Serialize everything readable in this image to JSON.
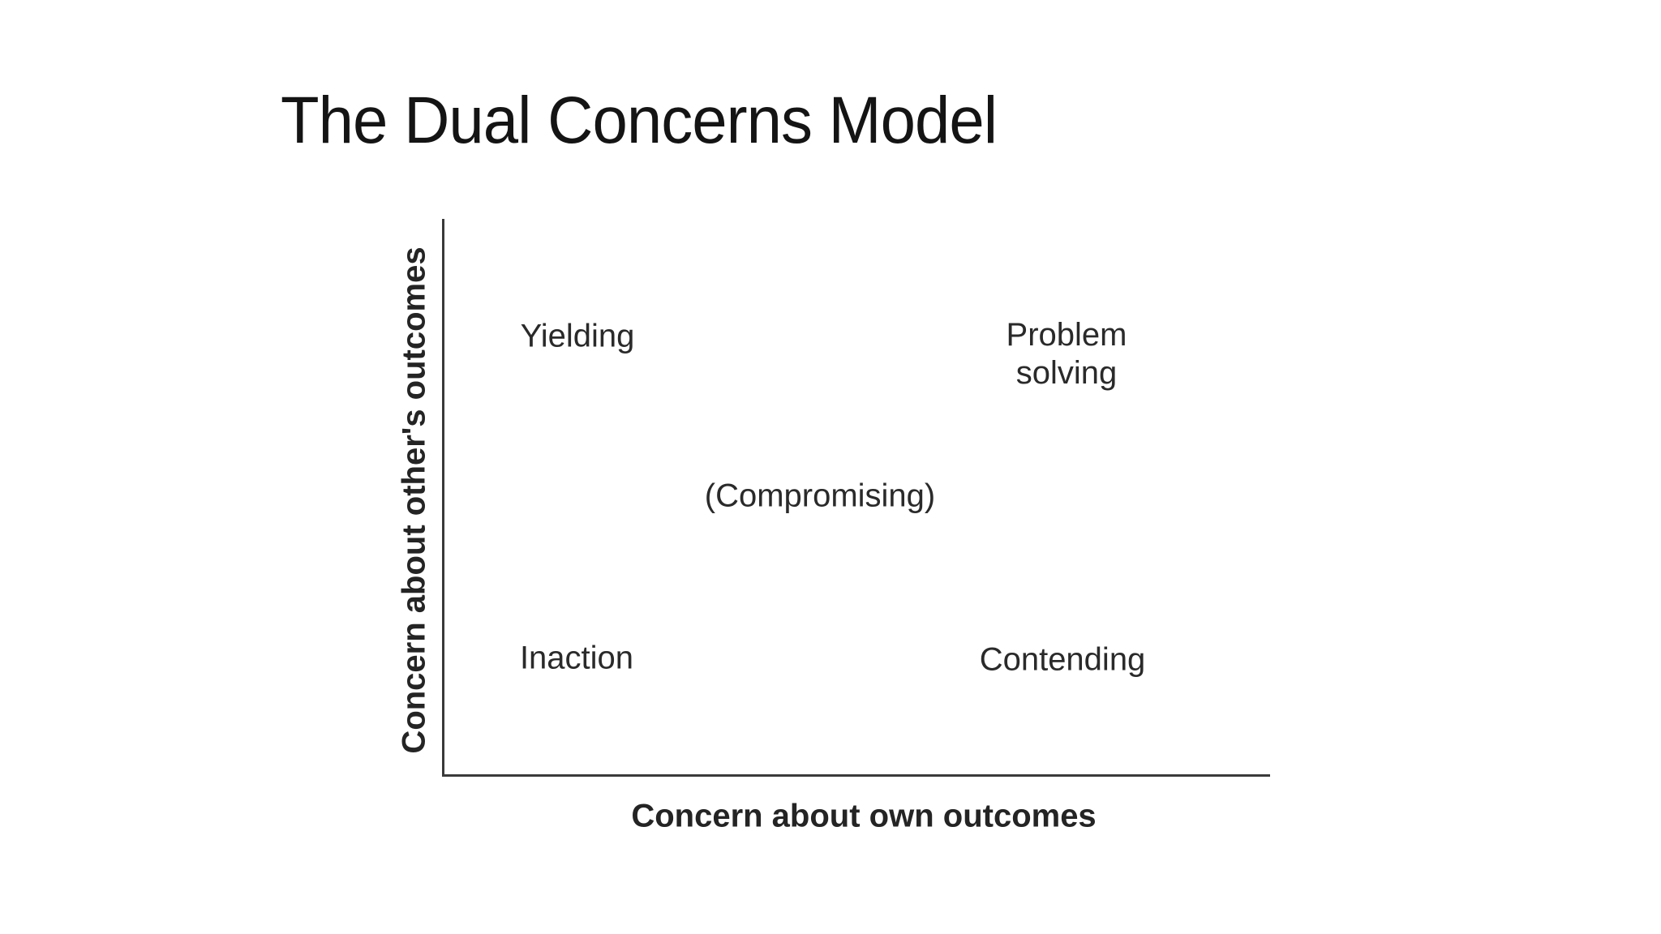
{
  "slide": {
    "title": "The Dual Concerns Model",
    "background_color": "#ffffff",
    "text_color": "#242424",
    "line_color": "#3a3a3a"
  },
  "diagram": {
    "type": "quadrant-model",
    "x_axis_label": "Concern about own outcomes",
    "y_axis_label": "Concern about other's outcomes",
    "quadrants": {
      "top_left": "Yielding",
      "top_right": "Problem solving",
      "center": "(Compromising)",
      "bottom_left": "Inaction",
      "bottom_right": "Contending"
    }
  }
}
